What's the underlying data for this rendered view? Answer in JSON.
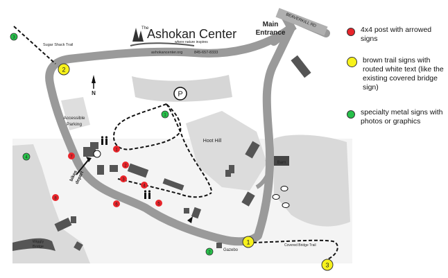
{
  "map": {
    "logo": {
      "title": "Ashokan Center",
      "title_prefix": "The",
      "tagline": "where nature inspires",
      "url": "ashokancenter.org",
      "phone": "845-657-8333"
    },
    "labels": {
      "main_entrance_line1": "Main",
      "main_entrance_line2": "Entrance",
      "road": "BEAVERKILL RD",
      "sugar_shack_trail": "Sugar Shack Trail",
      "accessible_parking_line1": "Accessible",
      "accessible_parking_line2": "Parking",
      "hoot_hill": "Hoot Hill",
      "barn": "Barn",
      "bikes_depart_line1": "bikes",
      "bikes_depart_line2": "depart",
      "wiggly_bridge_line1": "Wiggly",
      "wiggly_bridge_line2": "Bridge",
      "gazebo": "Gazebo",
      "covered_bridge_trail": "Covered Bridge Trail",
      "north": "N",
      "parking_symbol": "P"
    },
    "markers": {
      "red": [
        "1",
        "2",
        "3",
        "4",
        "5",
        "6",
        "7",
        "8"
      ],
      "yellow": [
        "1",
        "2",
        "3"
      ],
      "green": [
        "1",
        "2",
        "3",
        "4"
      ]
    }
  },
  "legend": {
    "items": [
      {
        "color": "#e8242a",
        "text": "4x4 post with arrowed signs"
      },
      {
        "color": "#f7f21c",
        "text": "brown trail signs with routed white text (like the existing covered bridge sign)"
      },
      {
        "color": "#27c04a",
        "text": "specialty metal signs with photos or graphics"
      }
    ]
  }
}
